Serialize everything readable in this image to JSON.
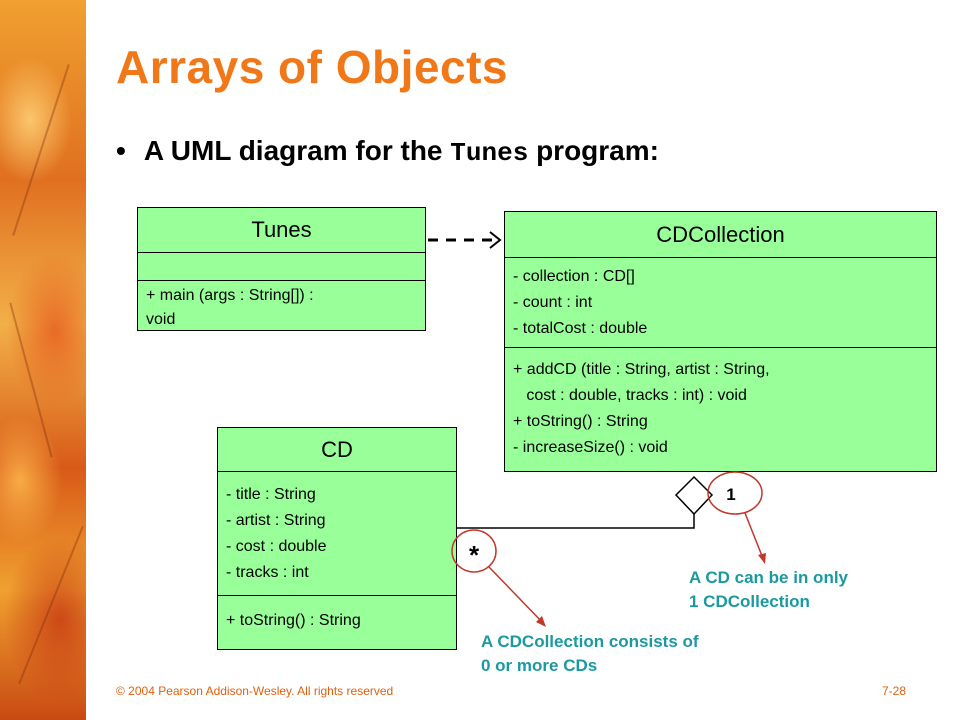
{
  "slide": {
    "title": "Arrays of Objects",
    "bullet_pre": "A UML diagram for the ",
    "bullet_code": "Tunes",
    "bullet_post": " program:"
  },
  "classes": {
    "tunes": {
      "name": "Tunes",
      "attributes": [],
      "methods": [
        "+ main (args : String[]) :",
        "void"
      ]
    },
    "cdcollection": {
      "name": "CDCollection",
      "attributes": [
        "- collection : CD[]",
        "- count : int",
        "- totalCost : double"
      ],
      "methods": [
        "+ addCD (title : String, artist : String,",
        "   cost : double, tracks : int) : void",
        "+ toString() : String",
        "- increaseSize() : void"
      ]
    },
    "cd": {
      "name": "CD",
      "attributes": [
        "- title : String",
        "- artist : String",
        "- cost : double",
        "- tracks : int"
      ],
      "methods": [
        "+ toString() : String"
      ]
    }
  },
  "multiplicity": {
    "many": "*",
    "one": "1"
  },
  "notes": {
    "one_note": [
      "A CD can be in only",
      "1 CDCollection"
    ],
    "many_note": [
      "A CDCollection consists of",
      "0 or more CDs"
    ]
  },
  "footer": {
    "copyright": "© 2004 Pearson Addison-Wesley. All rights reserved",
    "page": "7-28"
  },
  "colors": {
    "title": "#f07818",
    "class_fill": "#99ff99",
    "note_text": "#1a9aa0",
    "arrow_red": "#c0392b"
  }
}
